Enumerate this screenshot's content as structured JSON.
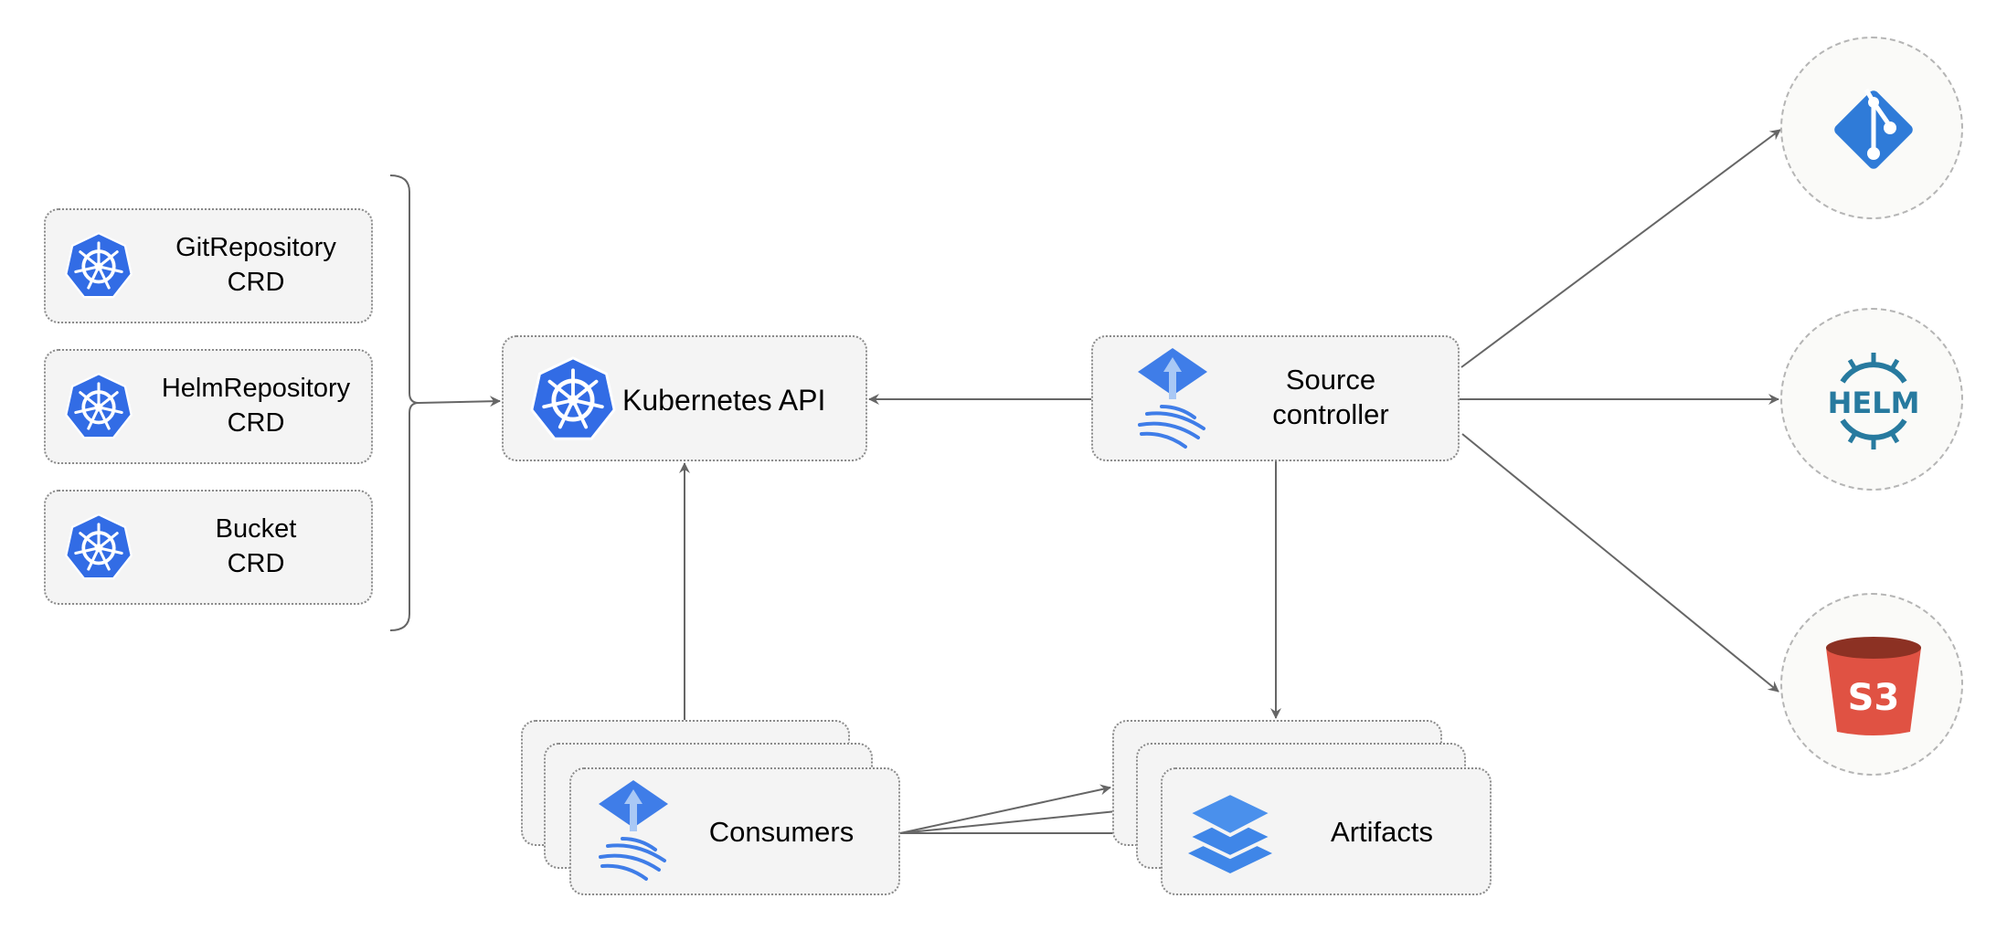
{
  "crds": [
    {
      "line1": "GitRepository",
      "line2": "CRD"
    },
    {
      "line1": "HelmRepository",
      "line2": "CRD"
    },
    {
      "line1": "Bucket",
      "line2": "CRD"
    }
  ],
  "kubernetes_api": {
    "label": "Kubernetes API"
  },
  "source_controller": {
    "line1": "Source",
    "line2": "controller"
  },
  "consumers": {
    "label": "Consumers"
  },
  "artifacts": {
    "label": "Artifacts"
  },
  "sources": {
    "git_icon": "git-icon",
    "helm_text": "HELM",
    "s3_text": "S3"
  },
  "colors": {
    "k8s_blue": "#326ce5",
    "flux_blue": "#3f7de8",
    "helm_teal": "#277a9f",
    "s3_red": "#e05243",
    "s3_dark": "#8c3123",
    "edge": "#666666"
  }
}
